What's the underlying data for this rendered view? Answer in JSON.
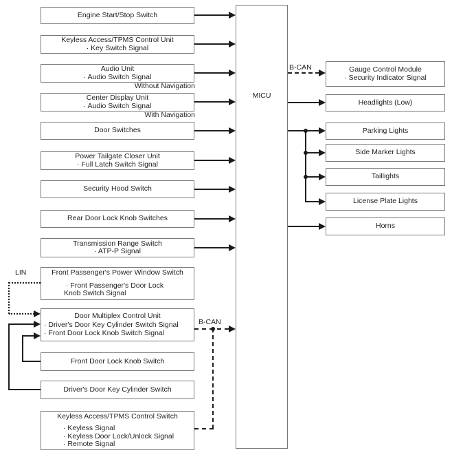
{
  "micu": {
    "label": "MICU"
  },
  "bus_labels": {
    "bcan_top": "B-CAN",
    "bcan_bottom": "B-CAN",
    "lin": "LIN"
  },
  "variant_labels": {
    "without_navigation": "Without Navigation",
    "with_navigation": "With Navigation"
  },
  "inputs": [
    {
      "title": "Engine Start/Stop Switch",
      "lines": []
    },
    {
      "title": "Keyless Access/TPMS Control Unit",
      "lines": [
        "· Key Switch Signal"
      ]
    },
    {
      "title": "Audio Unit",
      "lines": [
        "· Audio Switch Signal"
      ]
    },
    {
      "title": "Center Display Unit",
      "lines": [
        "· Audio Switch Signal"
      ]
    },
    {
      "title": "Door Switches",
      "lines": []
    },
    {
      "title": "Power Tailgate Closer Unit",
      "lines": [
        "· Full Latch Switch Signal"
      ]
    },
    {
      "title": "Security Hood Switch",
      "lines": []
    },
    {
      "title": "Rear Door Lock Knob Switches",
      "lines": []
    },
    {
      "title": "Transmission Range Switch",
      "lines": [
        "· ATP-P Signal"
      ]
    },
    {
      "title": "Front Passenger's Power Window Switch",
      "lines": [
        "· Front Passenger's Door Lock",
        "Knob Switch Signal"
      ]
    },
    {
      "title": "Door Multiplex Control Unit",
      "lines": [
        "· Driver's Door Key Cylinder Switch Signal",
        "· Front Door Lock Knob Switch Signal"
      ]
    },
    {
      "title": "Front Door Lock Knob Switch",
      "lines": []
    },
    {
      "title": "Driver's Door Key Cylinder Switch",
      "lines": []
    },
    {
      "title": "Keyless Access/TPMS Control Switch",
      "lines": [
        "· Keyless Signal",
        "· Keyless Door Lock/Unlock Signal",
        "· Remote Signal"
      ]
    }
  ],
  "outputs": [
    {
      "title": "Gauge Control Module",
      "lines": [
        "· Security Indicator Signal"
      ]
    },
    {
      "title": "Headlights (Low)",
      "lines": []
    },
    {
      "title": "Parking Lights",
      "lines": []
    },
    {
      "title": "Side Marker Lights",
      "lines": []
    },
    {
      "title": "Taillights",
      "lines": []
    },
    {
      "title": "License Plate Lights",
      "lines": []
    },
    {
      "title": "Horns",
      "lines": []
    }
  ],
  "colors": {
    "line": "#1f1f1f",
    "box_border": "#787878",
    "text": "#231f20",
    "background": "#ffffff"
  }
}
